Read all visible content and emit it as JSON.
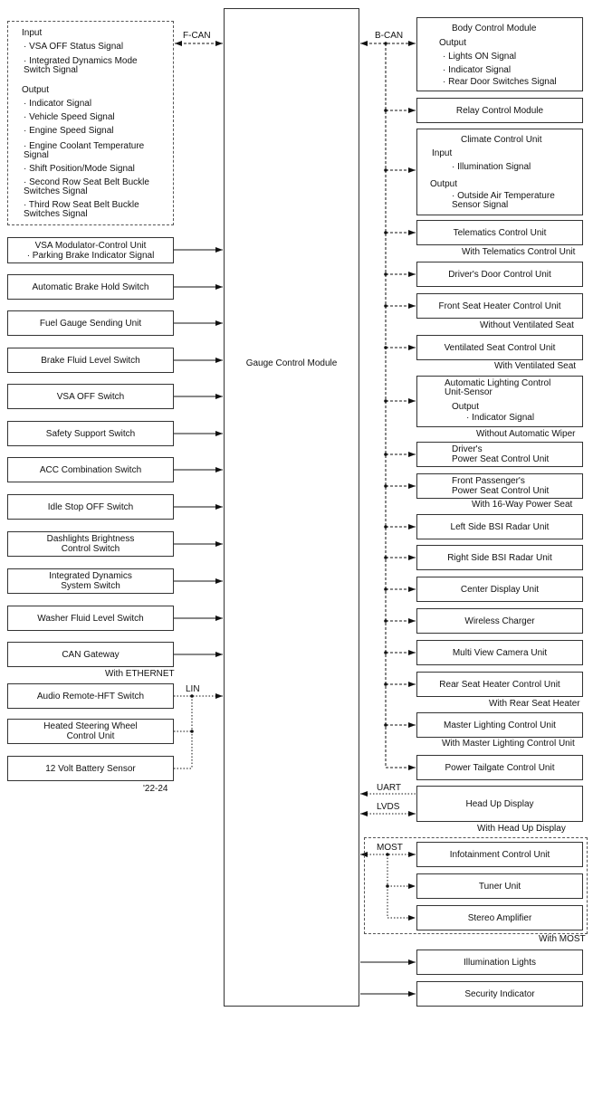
{
  "central_module": "Gauge Control Module",
  "left_signal_panel": {
    "input_title": "Input",
    "inputs": [
      "· VSA OFF Status Signal",
      "· Integrated Dynamics Mode\nSwitch Signal"
    ],
    "output_title": "Output",
    "outputs": [
      "· Indicator Signal",
      "· Vehicle Speed Signal",
      "· Engine Speed Signal",
      "· Engine Coolant Temperature\nSignal",
      "· Shift Position/Mode Signal",
      "· Second Row Seat Belt Buckle\nSwitches Signal",
      "· Third Row Seat Belt Buckle\nSwitches Signal"
    ]
  },
  "left_boxes": [
    {
      "line1": "VSA Modulator-Control Unit",
      "line2": "· Parking Brake Indicator Signal"
    },
    {
      "line1": "Automatic Brake Hold Switch"
    },
    {
      "line1": "Fuel Gauge Sending Unit"
    },
    {
      "line1": "Brake Fluid Level Switch"
    },
    {
      "line1": "VSA OFF Switch"
    },
    {
      "line1": "Safety Support Switch"
    },
    {
      "line1": "ACC Combination Switch"
    },
    {
      "line1": "Idle Stop OFF Switch"
    },
    {
      "line1": "Dashlights Brightness",
      "line2": "Control Switch"
    },
    {
      "line1": "Integrated Dynamics",
      "line2": "System Switch"
    },
    {
      "line1": "Washer Fluid Level Switch"
    },
    {
      "line1": "CAN Gateway"
    }
  ],
  "lin_boxes": [
    {
      "line1": "Audio Remote-HFT Switch"
    },
    {
      "line1": "Heated Steering Wheel",
      "line2": "Control Unit"
    },
    {
      "line1": "12 Volt Battery Sensor"
    }
  ],
  "right_boxes": {
    "bcm": {
      "title": "Body Control Module",
      "output_title": "Output",
      "outputs": [
        "· Lights ON Signal",
        "· Indicator Signal",
        "· Rear Door Switches Signal"
      ]
    },
    "relay": "Relay Control Module",
    "climate": {
      "title": "Climate Control Unit",
      "input_title": "Input",
      "inputs": [
        "· Illumination Signal"
      ],
      "output_title": "Output",
      "outputs": [
        "· Outside Air Temperature\nSensor Signal"
      ]
    },
    "telematics": "Telematics Control Unit",
    "drivers_door": "Driver's Door Control Unit",
    "front_seat_heater": "Front Seat Heater Control Unit",
    "ventilated_seat": "Ventilated Seat Control Unit",
    "auto_lighting": {
      "title": "Automatic Lighting Control\nUnit-Sensor",
      "output_title": "Output",
      "outputs": [
        "· Indicator Signal"
      ]
    },
    "driver_power_seat": {
      "line1": "Driver's",
      "line2": "Power Seat Control Unit"
    },
    "passenger_power_seat": {
      "line1": "Front Passenger's",
      "line2": "Power Seat Control Unit"
    },
    "left_bsi": "Left Side BSI Radar Unit",
    "right_bsi": "Right Side BSI Radar Unit",
    "center_display": "Center Display Unit",
    "wireless_charger": "Wireless Charger",
    "multi_view_camera": "Multi View Camera Unit",
    "rear_seat_heater": "Rear Seat Heater Control Unit",
    "master_lighting": "Master Lighting Control Unit",
    "power_tailgate": "Power Tailgate Control Unit",
    "head_up_display": "Head Up Display",
    "infotainment": "Infotainment Control Unit",
    "tuner": "Tuner Unit",
    "stereo_amp": "Stereo Amplifier",
    "illumination_lights": "Illumination Lights",
    "security_indicator": "Security Indicator"
  },
  "notes": {
    "with_telematics": "With Telematics Control Unit",
    "without_ventilated": "Without Ventilated Seat",
    "with_ventilated": "With Ventilated Seat",
    "without_auto_wiper": "Without Automatic Wiper",
    "with_16way": "With 16-Way Power Seat",
    "with_rear_heater": "With Rear Seat Heater",
    "with_master_lighting": "With Master Lighting Control Unit",
    "with_hud": "With Head Up Display",
    "with_most": "With MOST",
    "with_ethernet": "With ETHERNET",
    "years": "'22-24"
  },
  "bus_labels": {
    "fcan": "F-CAN",
    "bcan": "B-CAN",
    "lin": "LIN",
    "uart": "UART",
    "lvds": "LVDS",
    "most": "MOST"
  }
}
